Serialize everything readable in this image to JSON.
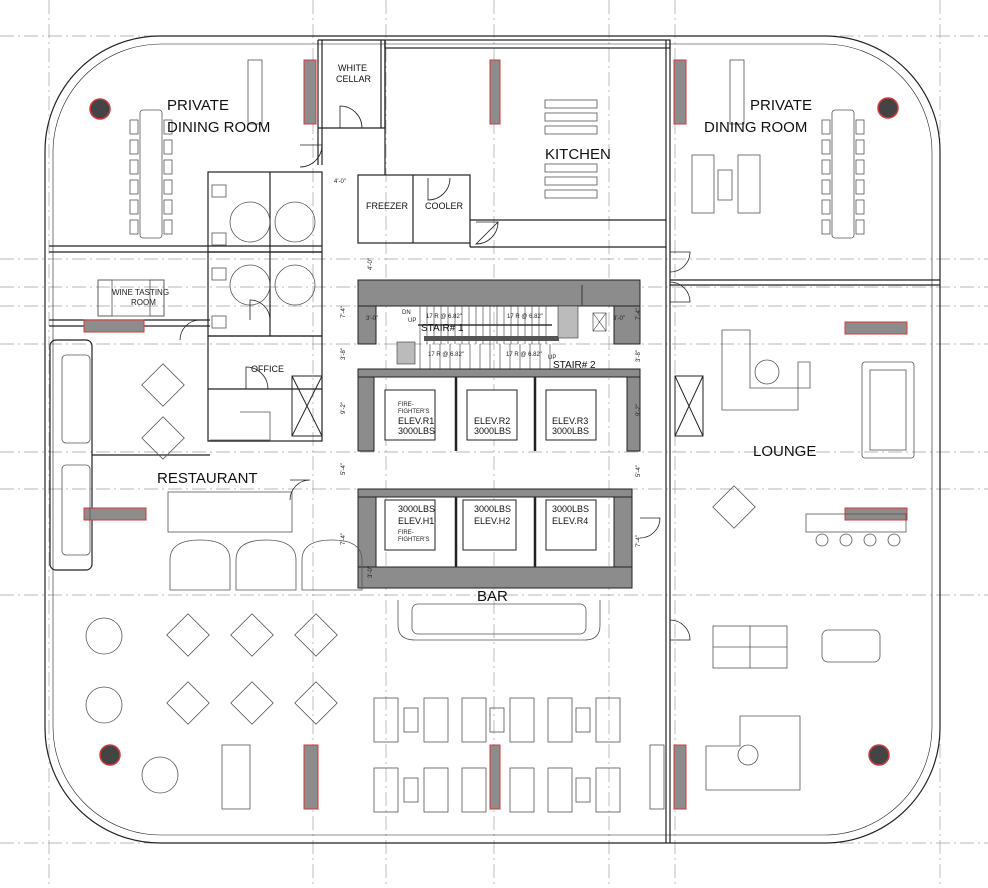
{
  "rooms": {
    "private_dining_left_line1": "PRIVATE",
    "private_dining_left_line2": "DINING ROOM",
    "white_cellar_line1": "WHITE",
    "white_cellar_line2": "CELLAR",
    "kitchen": "KITCHEN",
    "private_dining_right_line1": "PRIVATE",
    "private_dining_right_line2": "DINING ROOM",
    "freezer": "FREEZER",
    "cooler": "COOLER",
    "wine_tasting_line1": "WINE TASTING",
    "wine_tasting_line2": "ROOM",
    "office": "OFFICE",
    "restaurant": "RESTAURANT",
    "lounge": "LOUNGE",
    "bar": "BAR",
    "stair1": "STAIR# 1",
    "stair2": "STAIR# 2"
  },
  "elevators": {
    "r1_note_line1": "FIRE-",
    "r1_note_line2": "FIGHTER'S",
    "r1_name": "ELEV.R1",
    "r1_cap": "3000LBS",
    "r2_name": "ELEV.R2",
    "r2_cap": "3000LBS",
    "r3_name": "ELEV.R3",
    "r3_cap": "3000LBS",
    "h1_cap": "3000LBS",
    "h1_name": "ELEV.H1",
    "h1_note_line1": "FIRE-",
    "h1_note_line2": "FIGHTER'S",
    "h2_cap": "3000LBS",
    "h2_name": "ELEV.H2",
    "r4_cap": "3000LBS",
    "r4_name": "ELEV.R4"
  },
  "dimensions": {
    "d_4_0_top": "4'-0\"",
    "d_4_0_left": "4'-0\"",
    "d_7_4_left": "7'-4\"",
    "d_3_8_left": "3'-8\"",
    "d_9_2_left": "9'-2\"",
    "d_5_4_left": "5'-4\"",
    "d_7_4_low_left": "7'-4\"",
    "d_3_0_left": "3'-0\"",
    "d_7_4_right": "7'-4\"",
    "d_3_8_right": "3'-8\"",
    "d_9_2_right": "9'-2\"",
    "d_5_4_right": "5'-4\"",
    "d_7_4_low_right": "7'-4\"",
    "d_3_0_stair_left": "3'-0\"",
    "d_3_0_stair_right": "3'-0\"",
    "stair1_risers": "17 R @ 6.82\"",
    "stair1_risers_b": "17 R @ 6.82\"",
    "stair2_risers": "17 R @ 6.82\"",
    "stair2_risers_b": "17 R @ 6.82\"",
    "up1": "UP",
    "up2": "UP",
    "dn": "DN"
  },
  "colors": {
    "wall_fill": "#8c8c8c",
    "line": "#222222",
    "grid": "#9a9a9a",
    "column_red": "#d23a3a"
  }
}
